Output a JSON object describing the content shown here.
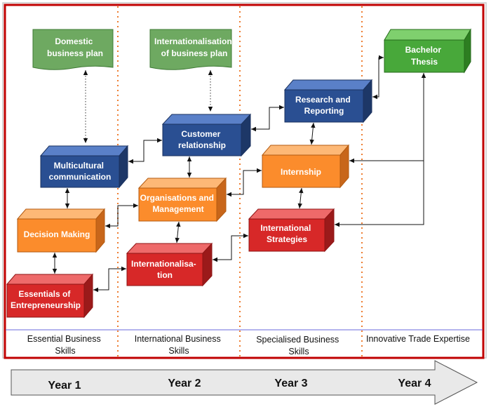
{
  "boxes": {
    "domestic_plan": {
      "lines": [
        "Domestic",
        "business plan"
      ]
    },
    "intl_plan": {
      "lines": [
        "Internationalisation",
        "of business plan"
      ]
    },
    "bachelor_thesis": {
      "lines": [
        "Bachelor",
        "Thesis"
      ]
    },
    "research_reporting": {
      "lines": [
        "Research and",
        "Reporting"
      ]
    },
    "customer_relationship": {
      "lines": [
        "Customer",
        "relationship"
      ]
    },
    "multicultural_communication": {
      "lines": [
        "Multicultural",
        "communication"
      ]
    },
    "internship": {
      "lines": [
        "Internship"
      ]
    },
    "organisations_management": {
      "lines": [
        "Organisations and",
        "Management"
      ]
    },
    "decision_making": {
      "lines": [
        "Decision Making"
      ]
    },
    "international_strategies": {
      "lines": [
        "International",
        "Strategies"
      ]
    },
    "internationalisation": {
      "lines": [
        "Internationalisa-",
        "tion"
      ]
    },
    "essentials_entrepreneurship": {
      "lines": [
        "Essentials of",
        "Entrepreneurship"
      ]
    }
  },
  "zones": [
    {
      "lines": [
        "Essential Business",
        "Skills"
      ]
    },
    {
      "lines": [
        "International Business",
        "Skills"
      ]
    },
    {
      "lines": [
        "Specialised Business",
        "Skills"
      ]
    },
    {
      "lines": [
        "Innovative Trade Expertise"
      ]
    }
  ],
  "years": [
    "Year 1",
    "Year 2",
    "Year 3",
    "Year 4"
  ],
  "colors": {
    "blue": "#2a4f92",
    "orange": "#fb8c2c",
    "red": "#d72828",
    "green": "#48a83a",
    "light_green": "#6ea961",
    "frame": "#c00000",
    "divider": "#ee7d31"
  }
}
